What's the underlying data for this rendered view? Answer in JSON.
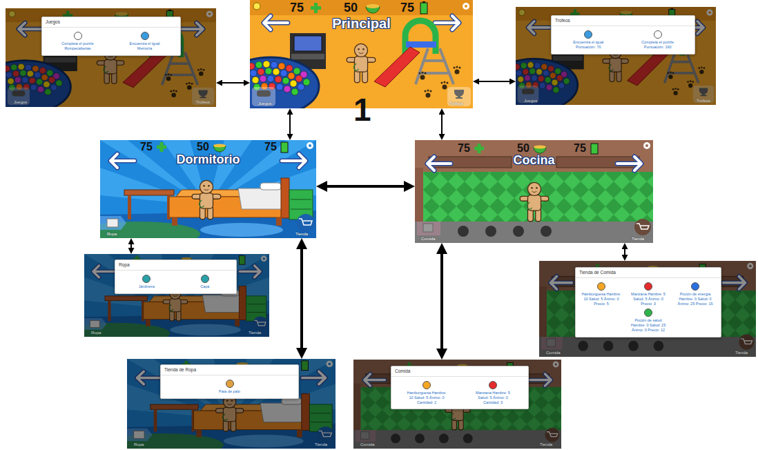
{
  "diagram": {
    "nodes": [
      {
        "text": [
          "Juegos",
          "Trofeos"
        ]
      },
      {
        "text": [
          "Juegos",
          "Completa el puzzle Rompecabezas",
          "Encuentra el igual Memoria"
        ],
        "in": 0
      },
      {
        "text": [
          "75",
          "50",
          "75",
          "Principal",
          "Juegos",
          "Trofeos"
        ]
      },
      {
        "text": [
          "Juegos",
          "Trofeos"
        ]
      },
      {
        "text": [
          "Trofeos",
          "Encuentra el igual Puntuación: 70",
          "Completa el puzzle Puntuación: 160"
        ],
        "in": 3
      },
      {
        "text": [
          "75",
          "50",
          "75",
          "Dormitorio",
          "Ropa",
          "Tienda"
        ]
      },
      {
        "text": [
          "75",
          "50",
          "75",
          "Cocina",
          "Comida",
          "Tienda"
        ]
      },
      {
        "text": [
          "Ropa",
          "Tienda"
        ]
      },
      {
        "text": [
          "Ropa",
          "Jardinera",
          "Capa"
        ],
        "in": 7
      },
      {
        "text": [
          "Comida",
          "Tienda"
        ]
      },
      {
        "text": [
          "Tienda de Comida",
          "Hamburguesa Hambre: 10 Salud: 5 Ánimo: 0 Precio: 5",
          "Manzana Hambre: 5 Salud: 5 Ánimo: 0 Precio: 3",
          "Poción de energía Hambre: 0 Salud: 0 Ánimo: 25 Precio: 15",
          "Poción de salud Hambre: 0 Salud: 25 Ánimo: 0 Precio: 12"
        ],
        "in": 9
      },
      {
        "text": [
          "Ropa",
          "Tienda"
        ]
      },
      {
        "text": [
          "Tienda de Ropa",
          "Pata de palo"
        ],
        "in": 11
      },
      {
        "text": [
          "Comida",
          "Tienda"
        ]
      },
      {
        "text": [
          "Comida",
          "Hamburguesa Hambre: 10 Salud: 5 Ánimo: 0 Cantidad: 2",
          "Manzana Hambre: 5 Salud: 5 Ánimo: 0 Cantidad: 3"
        ],
        "in": 13
      }
    ],
    "edges": [
      {
        "from": 2,
        "to": 0,
        "arrow": "both"
      },
      {
        "from": 2,
        "to": 3,
        "arrow": "both"
      },
      {
        "from": 2,
        "to": 5,
        "arrow": "both"
      },
      {
        "from": 2,
        "to": 6,
        "arrow": "both"
      },
      {
        "from": 5,
        "to": 6,
        "arrow": "both"
      },
      {
        "from": 5,
        "to": 7,
        "arrow": "both"
      },
      {
        "from": 5,
        "to": 11,
        "arrow": "both"
      },
      {
        "from": 6,
        "to": 13,
        "arrow": "both"
      },
      {
        "from": 6,
        "to": 9,
        "arrow": "both"
      }
    ],
    "labels": [
      "1"
    ]
  }
}
